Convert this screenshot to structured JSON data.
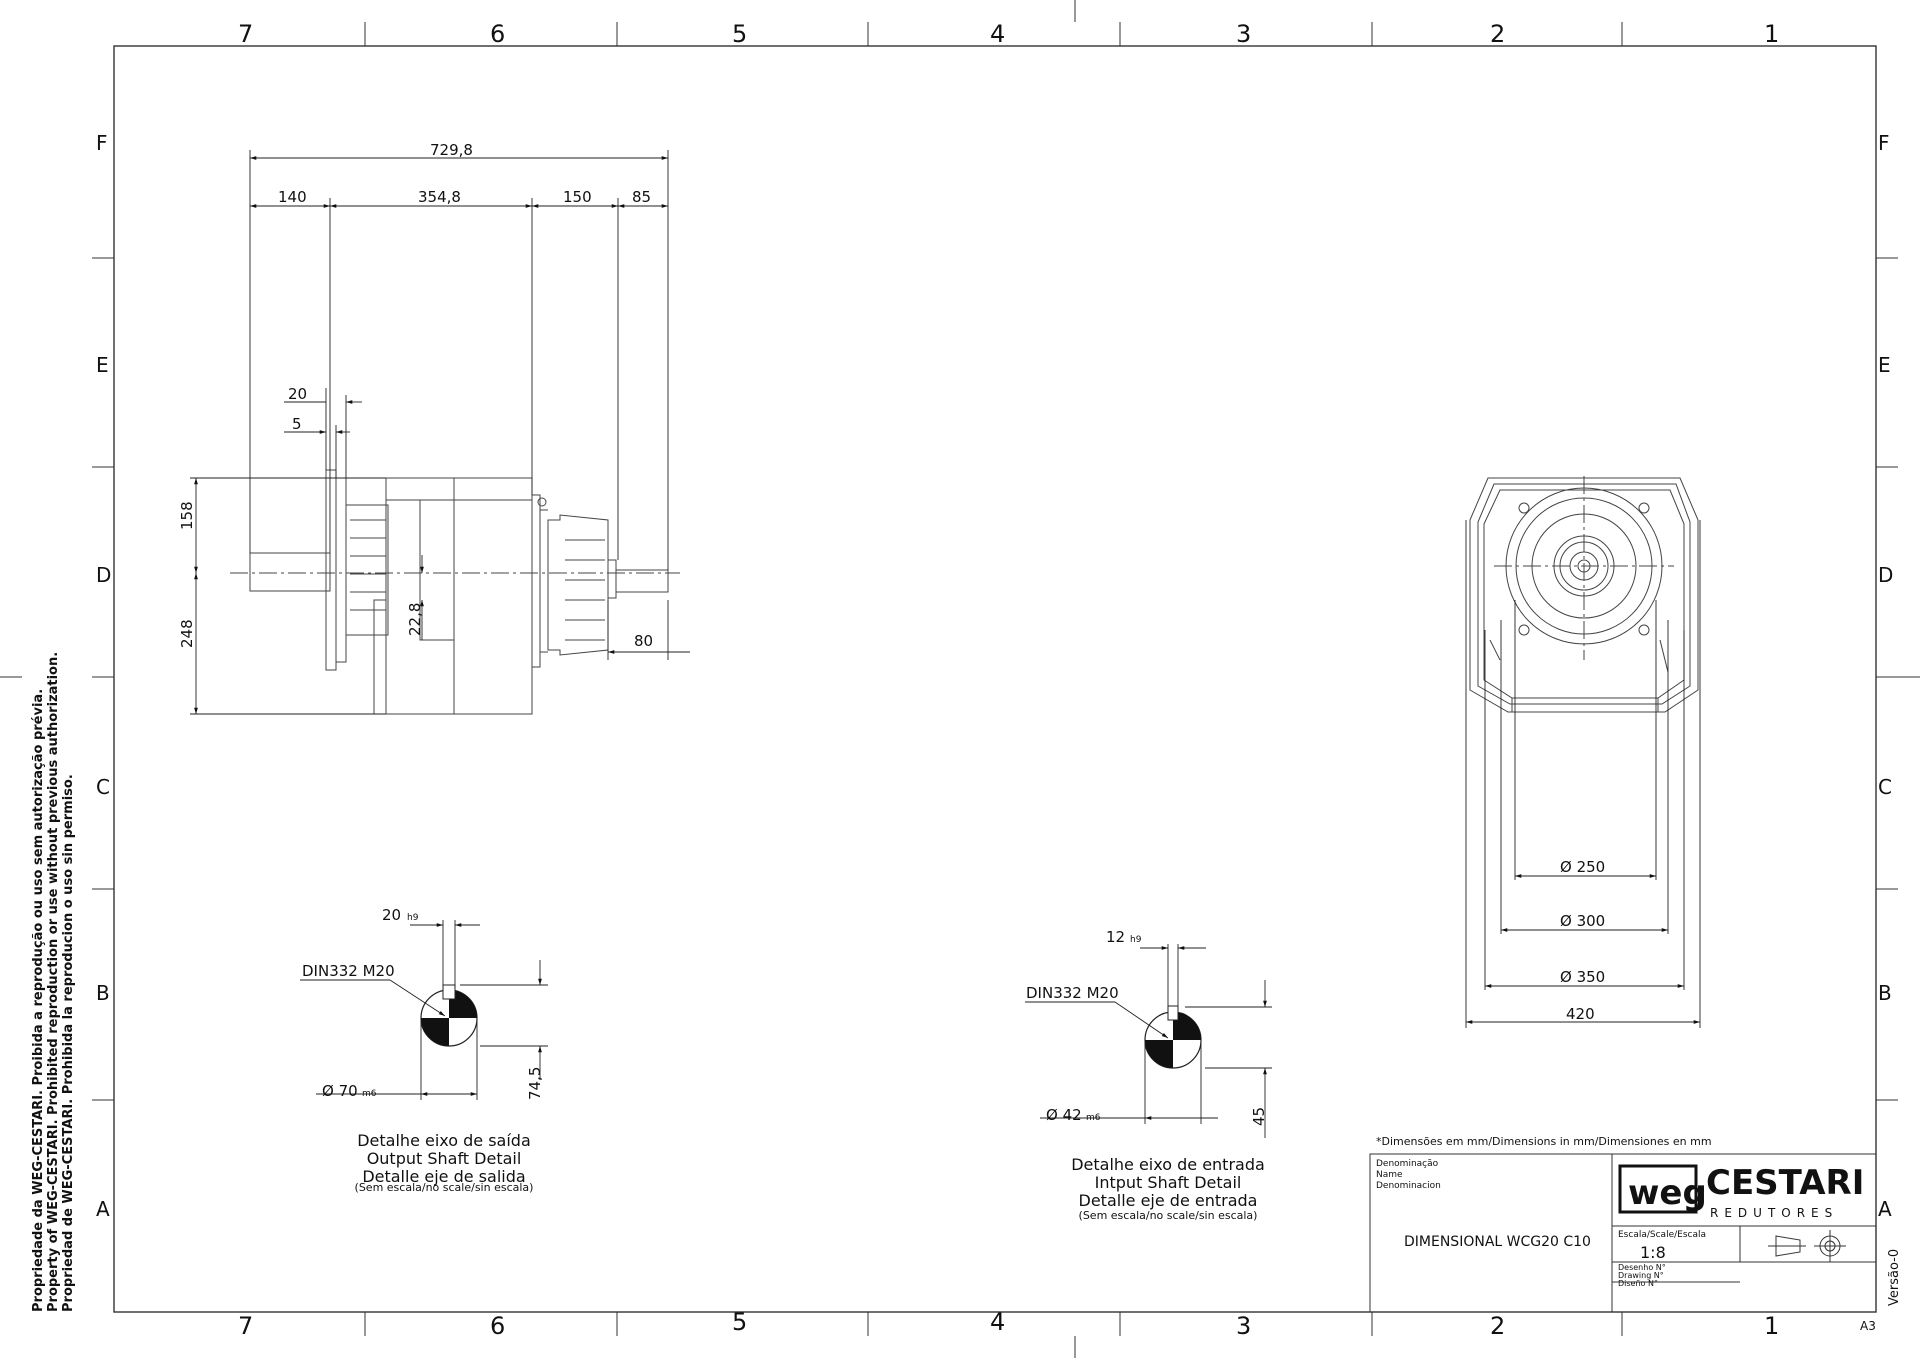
{
  "border": {
    "columns_top": [
      "7",
      "6",
      "5",
      "4",
      "3",
      "2",
      "1"
    ],
    "columns_bottom": [
      "7",
      "6",
      "5",
      "4",
      "3",
      "2",
      "1"
    ],
    "rows_left": [
      "F",
      "E",
      "D",
      "C",
      "B",
      "A"
    ],
    "rows_right": [
      "F",
      "E",
      "D",
      "C",
      "B",
      "A"
    ]
  },
  "side_view": {
    "dim_overall": "729,8",
    "dim_a": "140",
    "dim_b": "354,8",
    "dim_c": "150",
    "dim_d": "85",
    "dim_20": "20",
    "dim_5": "5",
    "dim_158": "158",
    "dim_248": "248",
    "dim_228": "22,8",
    "dim_80": "80"
  },
  "front_view": {
    "d250": "Ø 250",
    "d300": "Ø 300",
    "d350": "Ø 350",
    "w420": "420"
  },
  "output_detail": {
    "key_width": "20",
    "key_tol": "h9",
    "thread": "DIN332 M20",
    "diameter": "Ø 70",
    "diameter_tol": "m6",
    "height": "74,5",
    "caption_pt": "Detalhe eixo de saída",
    "caption_en": "Output Shaft Detail",
    "caption_es": "Detalle eje de salida",
    "caption_scale": "(Sem escala/no scale/sin escala)"
  },
  "input_detail": {
    "key_width": "12",
    "key_tol": "h9",
    "thread": "DIN332 M20",
    "diameter": "Ø 42",
    "diameter_tol": "m6",
    "height": "45",
    "caption_pt": "Detalhe eixo de entrada",
    "caption_en": "Intput Shaft Detail",
    "caption_es": "Detalle eje de entrada",
    "caption_scale": "(Sem escala/no scale/sin escala)"
  },
  "units_note": "*Dimensões em mm/Dimensions in mm/Dimensiones en mm",
  "title_block": {
    "denom_pt": "Denominação",
    "denom_en": "Name",
    "denom_es": "Denominacion",
    "title": "DIMENSIONAL WCG20 C10",
    "logo_weg": "weg",
    "logo_brand": "CESTARI",
    "logo_sub": "REDUTORES",
    "scale_label": "Escala/Scale/Escala",
    "scale_value": "1:8",
    "drawing_pt": "Desenho N°",
    "drawing_en": "Drawing N°",
    "drawing_es": "Diseño N°",
    "version": "Versão-0",
    "sheet_size": "A3"
  },
  "copyright": {
    "pt": "Propriedade da WEG-CESTARI. Proibida a reprodução ou uso sem autorização prévia.",
    "en": "Property of WEG-CESTARI. Prohibited reproduction or use without previous authorization.",
    "es": "Propriedad de WEG-CESTARI. Prohibida la reproducion o uso sin permiso."
  }
}
